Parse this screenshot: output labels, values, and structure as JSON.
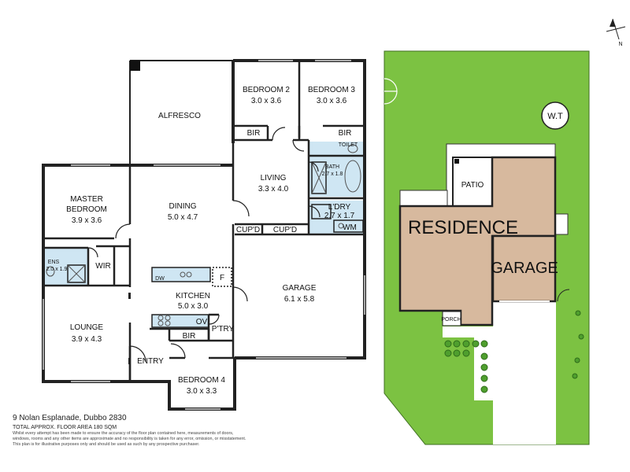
{
  "floor_plan": {
    "rooms": {
      "alfresco": "ALFRESCO",
      "bedroom2": {
        "name": "BEDROOM 2",
        "size": "3.0 x 3.6"
      },
      "bedroom3": {
        "name": "BEDROOM 3",
        "size": "3.0 x 3.6"
      },
      "bir_bed2": "BIR",
      "bir_bed3": "BIR",
      "toilet": "TOILET",
      "bath": {
        "name": "BATH",
        "size": "2.7 x 1.8"
      },
      "living": {
        "name": "LIVING",
        "size": "3.3 x 4.0"
      },
      "laundry": {
        "name": "L'DRY",
        "size": "2.7 x 1.7"
      },
      "wm": "WM",
      "cupd_left": "CUP'D",
      "cupd_right": "CUP'D",
      "master": {
        "name1": "MASTER",
        "name2": "BEDROOM",
        "size": "3.9 x 3.6"
      },
      "dining": {
        "name": "DINING",
        "size": "5.0 x 4.7"
      },
      "ens": {
        "name": "ENS",
        "size": "2.0 x 1.9"
      },
      "wir": "WIR",
      "dw": "DW",
      "fridge": "F",
      "garage": {
        "name": "GARAGE",
        "size": "6.1 x 5.8"
      },
      "kitchen": {
        "name": "KITCHEN",
        "size": "5.0 x 3.0"
      },
      "oven": "OV",
      "pantry": "P'TRY",
      "bir_kitchen": "BIR",
      "lounge": {
        "name": "LOUNGE",
        "size": "3.9 x 4.3"
      },
      "entry": "ENTRY",
      "bedroom4": {
        "name": "BEDROOM 4",
        "size": "3.0 x 3.3"
      }
    }
  },
  "site_plan": {
    "wt": "W.T",
    "patio": "PATIO",
    "residence": "RESIDENCE",
    "garage": "GARAGE",
    "porch": "PORCH",
    "north": "N"
  },
  "footer": {
    "address": "9 Nolan Esplanade, Dubbo 2830",
    "total_area": "TOTAL APPROX. FLOOR AREA 180 SQM",
    "disclaimer_1": "Whilst every attempt has been made to ensure the accuracy of the floor plan contained here, measurements of doors,",
    "disclaimer_2": "windows, rooms and any other items are approximate and no responsibility is taken for any error, omission, or misstatement.",
    "disclaimer_3": "This plan is for illustrative purposes only and should be used as such by any prospective purchaser."
  },
  "colors": {
    "wall": "#222222",
    "wet_area": "#cfe6f3",
    "lawn": "#7cc242",
    "residence": "#d7b99e",
    "driveway": "#ffffff",
    "hedge": "#4f9f2e"
  }
}
